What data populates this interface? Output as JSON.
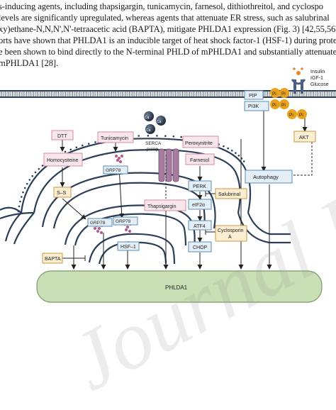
{
  "paragraph": {
    "lines": [
      "s-inducing agents, including thapsigargin, tunicamycin, farnesol, dithiothreitol, and cyclospo",
      "levels are significantly upregulated, whereas agents that attenuate ER stress, such as salubrinal",
      "xy)ethane-N,N,N',N'-tetraacetic acid (BAPTA), mitigate PHLDA1 expression (Fig. 3) [42,55,56",
      "orts have shown that PHLDA1 is an inducible target of heat shock factor-1 (HSF-1) during proteo",
      "e been shown to bind directly to the N-terminal PHLD of mPHLDA1 and substantially attenuate",
      "mPHLDA1 [28]."
    ]
  },
  "diagram": {
    "receptor_label": [
      "Insulin",
      "IGF-1",
      "Glucose"
    ],
    "pip": "PIP",
    "pi3k": "PI3K",
    "pi": "Pi",
    "akt": "AKT",
    "autophagy": "Autophagy",
    "dtt": "DTT",
    "homocysteine": "Homocysteine",
    "ss": "S–S",
    "tunicamycin": "Tunicamycin",
    "grp78": "GRP78",
    "hsf1": "HSF–1",
    "bapta": "BAPTA",
    "calcium": "Ca",
    "calcium_sup": "2+",
    "serca": [
      "SERCA",
      "pump"
    ],
    "peroxynitrite": "Peroxynitrite",
    "farnesol": "Farnesol",
    "thapsigargin": "Thapsigargin",
    "perk": "PERK",
    "eif2a": "eIF2α",
    "salubrinal": "Salubrinal",
    "atf4": "ATF4",
    "cyclosporin": [
      "Cyclosporin",
      "A"
    ],
    "chop": "CHOP",
    "phlda1": "PHLDA1"
  },
  "watermark": "Journal Pre-proof",
  "colors": {
    "red_box": "#d98aa6",
    "red_box_fill": "#f7e6ec",
    "blue_box": "#5a8fb4",
    "blue_box_fill": "#e4eef6",
    "green_nucleus": "#c9dfb5",
    "pi_orange": "#e8a21c",
    "membrane": "#2b3e55"
  }
}
